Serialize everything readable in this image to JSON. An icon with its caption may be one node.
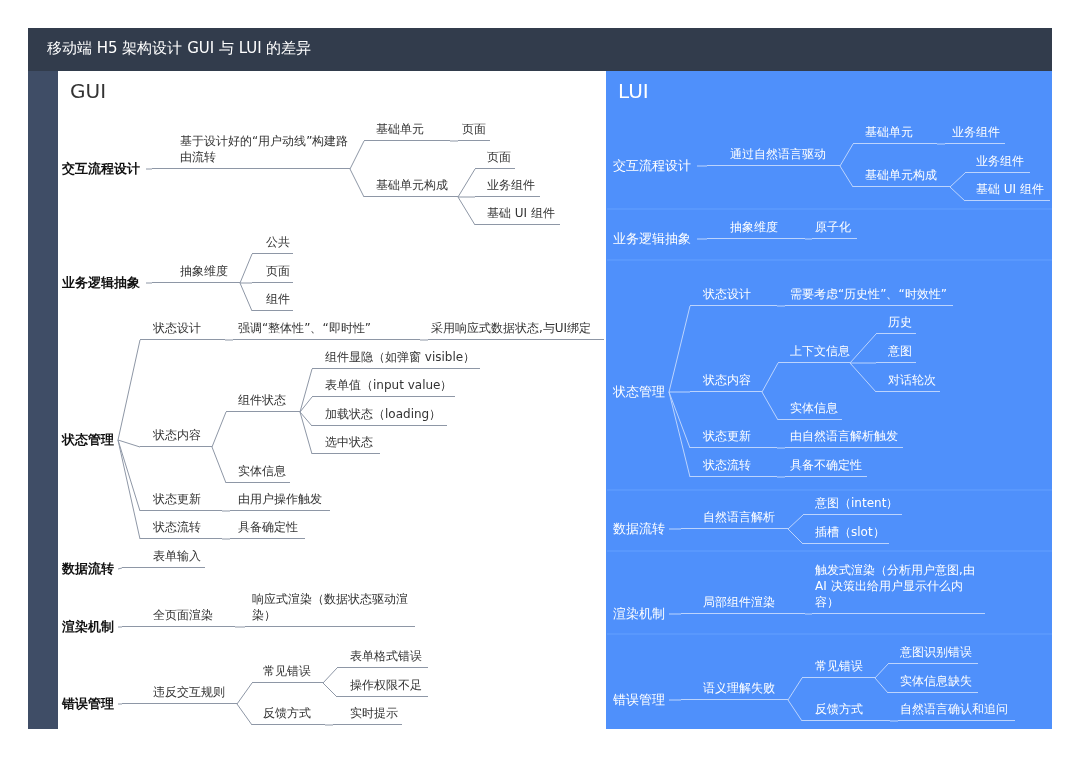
{
  "diagram": {
    "title": "移动端 H5 架构设计 GUI 与 LUI 的差异",
    "nodes": [
      {
        "text": [
          "GUI"
        ]
      },
      {
        "text": [
          "交互流程设计"
        ],
        "in": 0
      },
      {
        "text": [
          "基于设计好的“用户动线”构建路由流转"
        ],
        "in": 0
      },
      {
        "text": [
          "基础单元"
        ],
        "in": 0
      },
      {
        "text": [
          "页面"
        ],
        "in": 0
      },
      {
        "text": [
          "基础单元构成"
        ],
        "in": 0
      },
      {
        "text": [
          "页面"
        ],
        "in": 0
      },
      {
        "text": [
          "业务组件"
        ],
        "in": 0
      },
      {
        "text": [
          "基础 UI 组件"
        ],
        "in": 0
      },
      {
        "text": [
          "业务逻辑抽象"
        ],
        "in": 0
      },
      {
        "text": [
          "抽象维度"
        ],
        "in": 0
      },
      {
        "text": [
          "公共"
        ],
        "in": 0
      },
      {
        "text": [
          "页面"
        ],
        "in": 0
      },
      {
        "text": [
          "组件"
        ],
        "in": 0
      },
      {
        "text": [
          "状态管理"
        ],
        "in": 0
      },
      {
        "text": [
          "状态设计"
        ],
        "in": 0
      },
      {
        "text": [
          "强调“整体性”、“即时性”"
        ],
        "in": 0
      },
      {
        "text": [
          "采用响应式数据状态,与UI绑定"
        ],
        "in": 0
      },
      {
        "text": [
          "状态内容"
        ],
        "in": 0
      },
      {
        "text": [
          "组件状态"
        ],
        "in": 0
      },
      {
        "text": [
          "组件显隐（如弹窗 visible）"
        ],
        "in": 0
      },
      {
        "text": [
          "表单值（input value）"
        ],
        "in": 0
      },
      {
        "text": [
          "加载状态（loading）"
        ],
        "in": 0
      },
      {
        "text": [
          "选中状态"
        ],
        "in": 0
      },
      {
        "text": [
          "实体信息"
        ],
        "in": 0
      },
      {
        "text": [
          "状态更新"
        ],
        "in": 0
      },
      {
        "text": [
          "由用户操作触发"
        ],
        "in": 0
      },
      {
        "text": [
          "状态流转"
        ],
        "in": 0
      },
      {
        "text": [
          "具备确定性"
        ],
        "in": 0
      },
      {
        "text": [
          "数据流转"
        ],
        "in": 0
      },
      {
        "text": [
          "表单输入"
        ],
        "in": 0
      },
      {
        "text": [
          "渲染机制"
        ],
        "in": 0
      },
      {
        "text": [
          "全页面渲染"
        ],
        "in": 0
      },
      {
        "text": [
          "响应式渲染（数据状态驱动渲染）"
        ],
        "in": 0
      },
      {
        "text": [
          "错误管理"
        ],
        "in": 0
      },
      {
        "text": [
          "违反交互规则"
        ],
        "in": 0
      },
      {
        "text": [
          "常见错误"
        ],
        "in": 0
      },
      {
        "text": [
          "表单格式错误"
        ],
        "in": 0
      },
      {
        "text": [
          "操作权限不足"
        ],
        "in": 0
      },
      {
        "text": [
          "反馈方式"
        ],
        "in": 0
      },
      {
        "text": [
          "实时提示"
        ],
        "in": 0
      },
      {
        "text": [
          "LUI"
        ]
      },
      {
        "text": [
          "交互流程设计"
        ],
        "in": 41
      },
      {
        "text": [
          "通过自然语言驱动"
        ],
        "in": 41
      },
      {
        "text": [
          "基础单元"
        ],
        "in": 41
      },
      {
        "text": [
          "业务组件"
        ],
        "in": 41
      },
      {
        "text": [
          "基础单元构成"
        ],
        "in": 41
      },
      {
        "text": [
          "业务组件"
        ],
        "in": 41
      },
      {
        "text": [
          "基础 UI 组件"
        ],
        "in": 41
      },
      {
        "text": [
          "业务逻辑抽象"
        ],
        "in": 41
      },
      {
        "text": [
          "抽象维度"
        ],
        "in": 41
      },
      {
        "text": [
          "原子化"
        ],
        "in": 41
      },
      {
        "text": [
          "状态管理"
        ],
        "in": 41
      },
      {
        "text": [
          "状态设计"
        ],
        "in": 41
      },
      {
        "text": [
          "需要考虑“历史性”、“时效性”"
        ],
        "in": 41
      },
      {
        "text": [
          "状态内容"
        ],
        "in": 41
      },
      {
        "text": [
          "上下文信息"
        ],
        "in": 41
      },
      {
        "text": [
          "历史"
        ],
        "in": 41
      },
      {
        "text": [
          "意图"
        ],
        "in": 41
      },
      {
        "text": [
          "对话轮次"
        ],
        "in": 41
      },
      {
        "text": [
          "实体信息"
        ],
        "in": 41
      },
      {
        "text": [
          "状态更新"
        ],
        "in": 41
      },
      {
        "text": [
          "由自然语言解析触发"
        ],
        "in": 41
      },
      {
        "text": [
          "状态流转"
        ],
        "in": 41
      },
      {
        "text": [
          "具备不确定性"
        ],
        "in": 41
      },
      {
        "text": [
          "数据流转"
        ],
        "in": 41
      },
      {
        "text": [
          "自然语言解析"
        ],
        "in": 41
      },
      {
        "text": [
          "意图（intent）"
        ],
        "in": 41
      },
      {
        "text": [
          "插槽（slot）"
        ],
        "in": 41
      },
      {
        "text": [
          "渲染机制"
        ],
        "in": 41
      },
      {
        "text": [
          "局部组件渲染"
        ],
        "in": 41
      },
      {
        "text": [
          "触发式渲染（分析用户意图,由AI 决策出给用户显示什么内容）"
        ],
        "in": 41
      },
      {
        "text": [
          "错误管理"
        ],
        "in": 41
      },
      {
        "text": [
          "语义理解失败"
        ],
        "in": 41
      },
      {
        "text": [
          "常见错误"
        ],
        "in": 41
      },
      {
        "text": [
          "意图识别错误"
        ],
        "in": 41
      },
      {
        "text": [
          "实体信息缺失"
        ],
        "in": 41
      },
      {
        "text": [
          "反馈方式"
        ],
        "in": 41
      },
      {
        "text": [
          "自然语言确认和追问"
        ],
        "in": 41
      }
    ],
    "edges": [
      {
        "from": 1,
        "to": 2,
        "arrow": "none"
      },
      {
        "from": 2,
        "to": 3,
        "arrow": "none"
      },
      {
        "from": 3,
        "to": 4,
        "arrow": "none"
      },
      {
        "from": 2,
        "to": 5,
        "arrow": "none"
      },
      {
        "from": 5,
        "to": 6,
        "arrow": "none"
      },
      {
        "from": 5,
        "to": 7,
        "arrow": "none"
      },
      {
        "from": 5,
        "to": 8,
        "arrow": "none"
      },
      {
        "from": 9,
        "to": 10,
        "arrow": "none"
      },
      {
        "from": 10,
        "to": 11,
        "arrow": "none"
      },
      {
        "from": 10,
        "to": 12,
        "arrow": "none"
      },
      {
        "from": 10,
        "to": 13,
        "arrow": "none"
      },
      {
        "from": 14,
        "to": 15,
        "arrow": "none"
      },
      {
        "from": 15,
        "to": 16,
        "arrow": "none"
      },
      {
        "from": 16,
        "to": 17,
        "arrow": "none"
      },
      {
        "from": 14,
        "to": 18,
        "arrow": "none"
      },
      {
        "from": 18,
        "to": 19,
        "arrow": "none"
      },
      {
        "from": 19,
        "to": 20,
        "arrow": "none"
      },
      {
        "from": 19,
        "to": 21,
        "arrow": "none"
      },
      {
        "from": 19,
        "to": 22,
        "arrow": "none"
      },
      {
        "from": 19,
        "to": 23,
        "arrow": "none"
      },
      {
        "from": 18,
        "to": 24,
        "arrow": "none"
      },
      {
        "from": 14,
        "to": 25,
        "arrow": "none"
      },
      {
        "from": 25,
        "to": 26,
        "arrow": "none"
      },
      {
        "from": 14,
        "to": 27,
        "arrow": "none"
      },
      {
        "from": 27,
        "to": 28,
        "arrow": "none"
      },
      {
        "from": 29,
        "to": 30,
        "arrow": "none"
      },
      {
        "from": 31,
        "to": 32,
        "arrow": "none"
      },
      {
        "from": 32,
        "to": 33,
        "arrow": "none"
      },
      {
        "from": 34,
        "to": 35,
        "arrow": "none"
      },
      {
        "from": 35,
        "to": 36,
        "arrow": "none"
      },
      {
        "from": 36,
        "to": 37,
        "arrow": "none"
      },
      {
        "from": 36,
        "to": 38,
        "arrow": "none"
      },
      {
        "from": 35,
        "to": 39,
        "arrow": "none"
      },
      {
        "from": 39,
        "to": 40,
        "arrow": "none"
      },
      {
        "from": 42,
        "to": 43,
        "arrow": "none",
        "color": "#bcd4fd"
      },
      {
        "from": 43,
        "to": 44,
        "arrow": "none",
        "color": "#bcd4fd"
      },
      {
        "from": 44,
        "to": 45,
        "arrow": "none",
        "color": "#bcd4fd"
      },
      {
        "from": 43,
        "to": 46,
        "arrow": "none",
        "color": "#bcd4fd"
      },
      {
        "from": 46,
        "to": 47,
        "arrow": "none",
        "color": "#bcd4fd"
      },
      {
        "from": 46,
        "to": 48,
        "arrow": "none",
        "color": "#bcd4fd"
      },
      {
        "from": 49,
        "to": 50,
        "arrow": "none",
        "color": "#bcd4fd"
      },
      {
        "from": 50,
        "to": 51,
        "arrow": "none",
        "color": "#bcd4fd"
      },
      {
        "from": 52,
        "to": 53,
        "arrow": "none",
        "color": "#bcd4fd"
      },
      {
        "from": 53,
        "to": 54,
        "arrow": "none",
        "color": "#bcd4fd"
      },
      {
        "from": 52,
        "to": 55,
        "arrow": "none",
        "color": "#bcd4fd"
      },
      {
        "from": 55,
        "to": 56,
        "arrow": "none",
        "color": "#bcd4fd"
      },
      {
        "from": 56,
        "to": 57,
        "arrow": "none",
        "color": "#bcd4fd"
      },
      {
        "from": 56,
        "to": 58,
        "arrow": "none",
        "color": "#bcd4fd"
      },
      {
        "from": 56,
        "to": 59,
        "arrow": "none",
        "color": "#bcd4fd"
      },
      {
        "from": 55,
        "to": 60,
        "arrow": "none",
        "color": "#bcd4fd"
      },
      {
        "from": 52,
        "to": 61,
        "arrow": "none",
        "color": "#bcd4fd"
      },
      {
        "from": 61,
        "to": 62,
        "arrow": "none",
        "color": "#bcd4fd"
      },
      {
        "from": 52,
        "to": 63,
        "arrow": "none",
        "color": "#bcd4fd"
      },
      {
        "from": 63,
        "to": 64,
        "arrow": "none",
        "color": "#bcd4fd"
      },
      {
        "from": 65,
        "to": 66,
        "arrow": "none",
        "color": "#bcd4fd"
      },
      {
        "from": 66,
        "to": 67,
        "arrow": "none",
        "color": "#bcd4fd"
      },
      {
        "from": 66,
        "to": 68,
        "arrow": "none",
        "color": "#bcd4fd"
      },
      {
        "from": 69,
        "to": 70,
        "arrow": "none",
        "color": "#bcd4fd"
      },
      {
        "from": 70,
        "to": 71,
        "arrow": "none",
        "color": "#bcd4fd"
      },
      {
        "from": 72,
        "to": 73,
        "arrow": "none",
        "color": "#bcd4fd"
      },
      {
        "from": 73,
        "to": 74,
        "arrow": "none",
        "color": "#bcd4fd"
      },
      {
        "from": 74,
        "to": 75,
        "arrow": "none",
        "color": "#bcd4fd"
      },
      {
        "from": 74,
        "to": 76,
        "arrow": "none",
        "color": "#bcd4fd"
      },
      {
        "from": 73,
        "to": 77,
        "arrow": "none",
        "color": "#bcd4fd"
      },
      {
        "from": 77,
        "to": 78,
        "arrow": "none",
        "color": "#bcd4fd"
      }
    ]
  }
}
